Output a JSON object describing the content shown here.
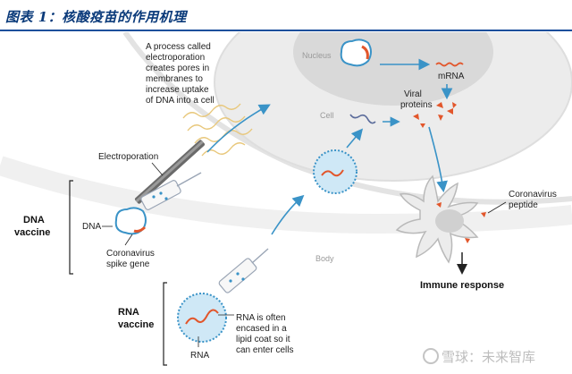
{
  "figure_title": "图表 1：核酸疫苗的作用机理",
  "labels": {
    "nucleus": "Nucleus",
    "mrna": "mRNA",
    "cell": "Cell",
    "viral_proteins": [
      "Viral",
      "proteins"
    ],
    "electroporation_note": [
      "A process called",
      "electroporation",
      "creates pores in",
      "membranes to",
      "increase uptake",
      "of DNA into a cell"
    ],
    "electroporation": "Electroporation",
    "dna_vaccine": [
      "DNA",
      "vaccine"
    ],
    "dna": "DNA",
    "spike_gene": [
      "Coronavirus",
      "spike gene"
    ],
    "body": "Body",
    "coronavirus_peptide": [
      "Coronavirus",
      "peptide"
    ],
    "immune_response": "Immune response",
    "rna_vaccine": [
      "RNA",
      "vaccine"
    ],
    "rna_note": [
      "RNA is often",
      "encased in a",
      "lipid coat so it",
      "can enter cells"
    ],
    "rna": "RNA"
  },
  "watermark": "雪球：未来智库",
  "colors": {
    "title": "#0a3a7a",
    "accent_orange": "#e2562b",
    "arrow_blue": "#3a93c7",
    "cell_grey": "#ececec",
    "nucleus_grey": "#d9d9d9",
    "vesicle_blue": "#cfe8f6"
  }
}
